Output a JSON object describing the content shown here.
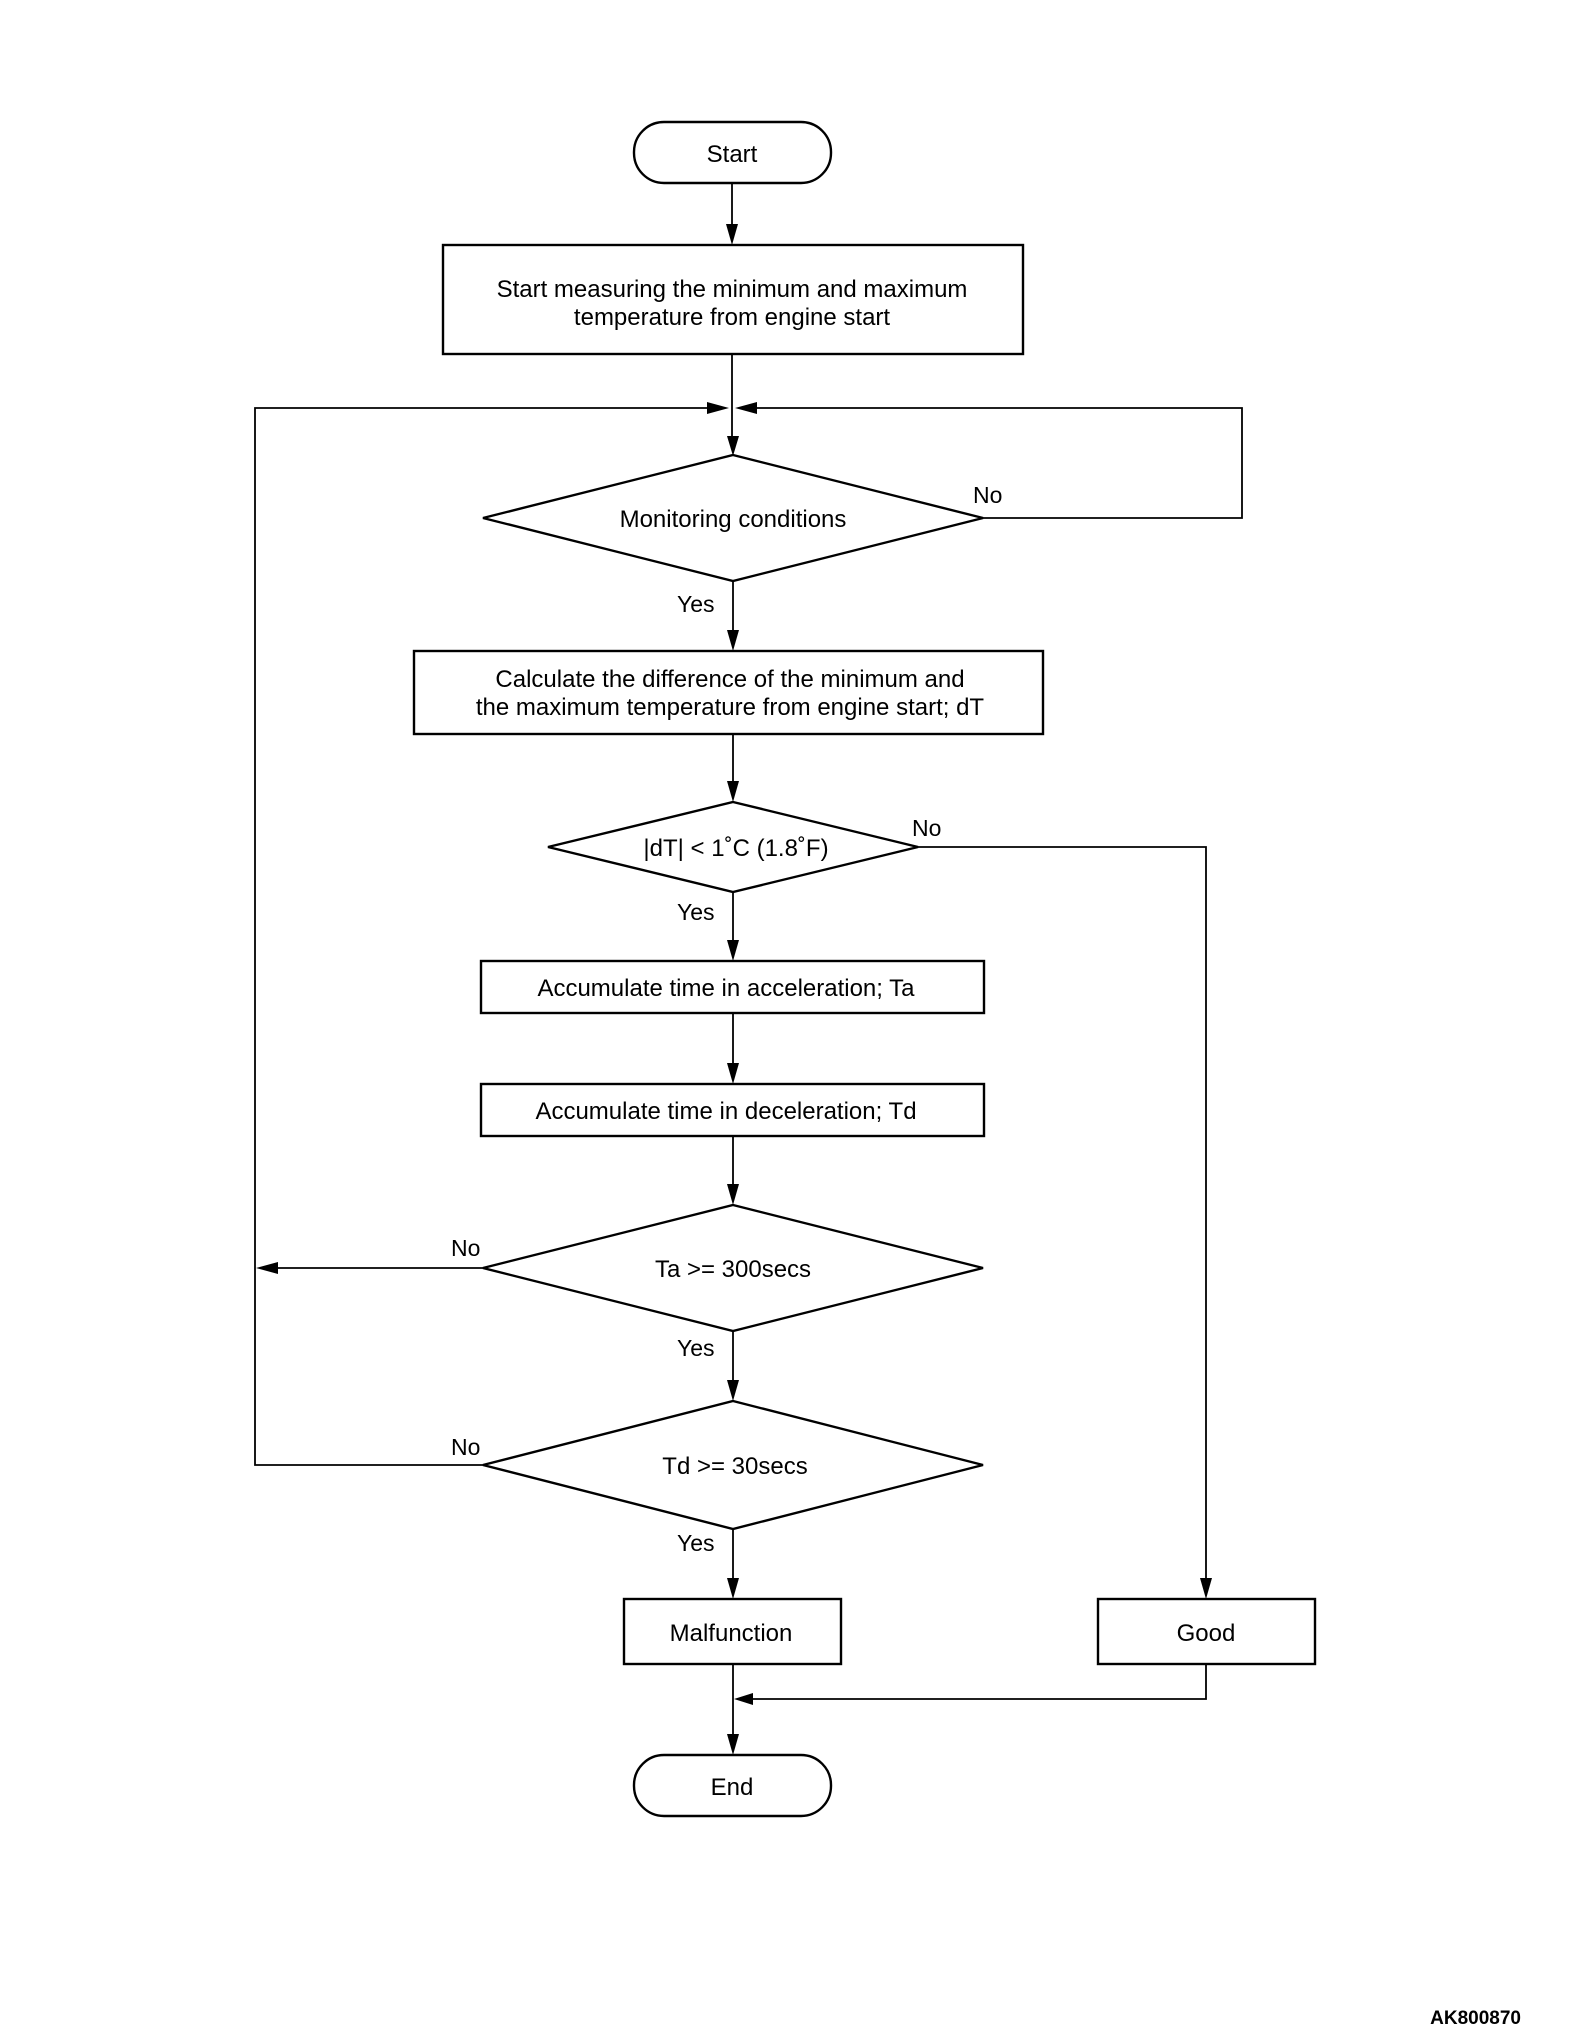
{
  "flowchart": {
    "start": "Start",
    "measure": {
      "line1": "Start measuring the minimum and maximum",
      "line2": "temperature from engine start"
    },
    "monitoring": "Monitoring conditions",
    "calculate": {
      "line1": "Calculate the difference of the minimum and",
      "line2": "the maximum temperature from engine start; dT"
    },
    "dt_check": "|dT| < 1˚C (1.8˚F)",
    "accumulate_accel": "Accumulate time in acceleration; Ta",
    "accumulate_decel": "Accumulate time in deceleration; Td",
    "ta_check": "Ta >= 300secs",
    "td_check": "Td >= 30secs",
    "malfunction": "Malfunction",
    "good": "Good",
    "end": "End"
  },
  "branch_labels": {
    "monitoring_no": "No",
    "monitoring_yes": "Yes",
    "dt_no": "No",
    "dt_yes": "Yes",
    "ta_no": "No",
    "ta_yes": "Yes",
    "td_no": "No",
    "td_yes": "Yes"
  },
  "figure_id": "AK800870"
}
